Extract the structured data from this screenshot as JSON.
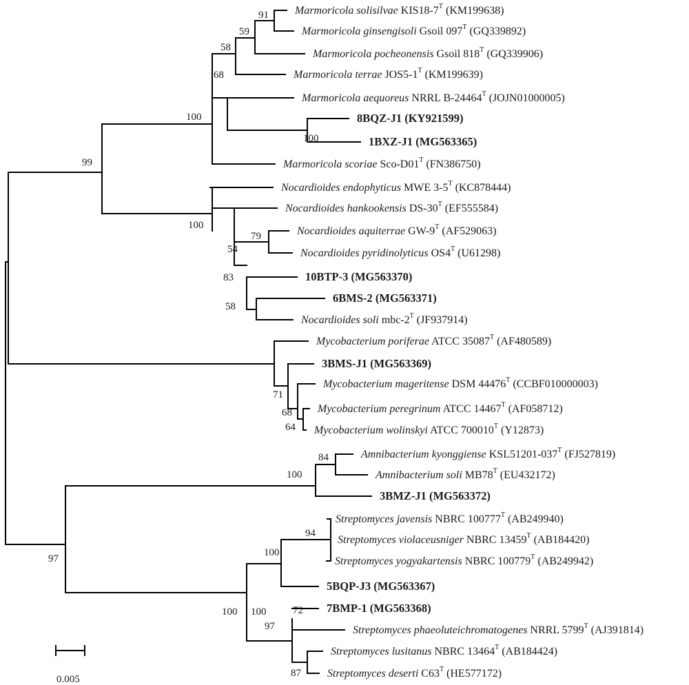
{
  "tree": {
    "leaves": [
      {
        "id": "L1",
        "genus": "Marmoricola",
        "species": "solisilvae",
        "strain": "KIS18-7",
        "type_strain": true,
        "accession": "(KM199638)",
        "bold": false
      },
      {
        "id": "L2",
        "genus": "Marmoricola",
        "species": "ginsengisoli",
        "strain": "Gsoil 097",
        "type_strain": true,
        "accession": "(GQ339892)",
        "bold": false
      },
      {
        "id": "L3",
        "genus": "Marmoricola",
        "species": "pocheonensis",
        "strain": "Gsoil 818",
        "type_strain": true,
        "accession": "(GQ339906)",
        "bold": false
      },
      {
        "id": "L4",
        "genus": "Marmoricola",
        "species": "terrae",
        "strain": "JOS5-1",
        "type_strain": true,
        "accession": "(KM199639)",
        "bold": false
      },
      {
        "id": "L5",
        "genus": "Marmoricola",
        "species": "aequoreus",
        "strain": "NRRL B-24464",
        "type_strain": true,
        "accession": "(JOJN01000005)",
        "bold": false
      },
      {
        "id": "L6",
        "isolate": "8BQZ-J1 (KY921599)",
        "bold": true
      },
      {
        "id": "L7",
        "isolate": "1BXZ-J1 (MG563365)",
        "bold": true
      },
      {
        "id": "L8",
        "genus": "Marmoricola",
        "species": "scoriae",
        "strain": "Sco-D01",
        "type_strain": true,
        "accession": "(FN386750)",
        "bold": false
      },
      {
        "id": "L9",
        "genus": "Nocardioides",
        "species": "endophyticus",
        "strain": "MWE 3-5",
        "type_strain": true,
        "accession": "(KC878444)",
        "bold": false
      },
      {
        "id": "L10",
        "genus": "Nocardioides",
        "species": "hankookensis",
        "strain": "DS-30",
        "type_strain": true,
        "accession": "(EF555584)",
        "bold": false
      },
      {
        "id": "L11",
        "genus": "Nocardioides",
        "species": "aquiterrae",
        "strain": "GW-9",
        "type_strain": true,
        "accession": "(AF529063)",
        "bold": false
      },
      {
        "id": "L12",
        "genus": "Nocardioides",
        "species": "pyridinolyticus",
        "strain": "OS4",
        "type_strain": true,
        "accession": "(U61298)",
        "bold": false
      },
      {
        "id": "L13",
        "isolate": "10BTP-3 (MG563370)",
        "bold": true
      },
      {
        "id": "L14",
        "isolate": "6BMS-2 (MG563371)",
        "bold": true
      },
      {
        "id": "L15",
        "genus": "Nocardioides",
        "species": "soli",
        "strain": "mbc-2",
        "type_strain": true,
        "accession": "(JF937914)",
        "bold": false
      },
      {
        "id": "L16",
        "genus": "Mycobacterium",
        "species": "poriferae",
        "strain": "ATCC 35087",
        "type_strain": true,
        "accession": "(AF480589)",
        "bold": false
      },
      {
        "id": "L17",
        "isolate": "3BMS-J1 (MG563369)",
        "bold": true
      },
      {
        "id": "L18",
        "genus": "Mycobacterium",
        "species": "mageritense",
        "strain": "DSM 44476",
        "type_strain": true,
        "accession": "(CCBF010000003)",
        "bold": false
      },
      {
        "id": "L19",
        "genus": "Mycobacterium",
        "species": "peregrinum",
        "strain": "ATCC 14467",
        "type_strain": true,
        "accession": "(AF058712)",
        "bold": false
      },
      {
        "id": "L20",
        "genus": "Mycobacterium",
        "species": "wolinskyi",
        "strain": "ATCC 700010",
        "type_strain": true,
        "accession": "(Y12873)",
        "bold": false
      },
      {
        "id": "L21",
        "genus": "Amnibacterium",
        "species": "kyonggiense",
        "strain": "KSL51201-037",
        "type_strain": true,
        "accession": "(FJ527819)",
        "bold": false
      },
      {
        "id": "L22",
        "genus": "Amnibacterium",
        "species": "soli",
        "strain": "MB78",
        "type_strain": true,
        "accession": "(EU432172)",
        "bold": false
      },
      {
        "id": "L23",
        "isolate": "3BMZ-J1 (MG563372)",
        "bold": true
      },
      {
        "id": "L24",
        "genus": "Streptomyces",
        "species": "javensis",
        "strain": "NBRC 100777",
        "type_strain": true,
        "accession": "(AB249940)",
        "bold": false
      },
      {
        "id": "L25",
        "genus": "Streptomyces",
        "species": "violaceusniger",
        "strain": "NBRC 13459",
        "type_strain": true,
        "accession": "(AB184420)",
        "bold": false
      },
      {
        "id": "L26",
        "genus": "Streptomyces",
        "species": "yogyakartensis",
        "strain": "NBRC 100779",
        "type_strain": true,
        "accession": "(AB249942)",
        "bold": false
      },
      {
        "id": "L27",
        "isolate": "5BQP-J3 (MG563367)",
        "bold": true
      },
      {
        "id": "L28",
        "isolate": "7BMP-1 (MG563368)",
        "bold": true
      },
      {
        "id": "L29",
        "genus": "Streptomyces",
        "species": "phaeoluteichromatogenes",
        "strain": "NRRL 5799",
        "type_strain": true,
        "accession": "(AJ391814)",
        "bold": false
      },
      {
        "id": "L30",
        "genus": "Streptomyces",
        "species": "lusitanus",
        "strain": "NBRC 13464",
        "type_strain": true,
        "accession": "(AB184424)",
        "bold": false
      },
      {
        "id": "L31",
        "genus": "Streptomyces",
        "species": "deserti",
        "strain": "C63",
        "type_strain": true,
        "accession": "(HE577172)",
        "bold": false
      }
    ],
    "type_superscript": "T",
    "bootstrap_values": [
      "91",
      "59",
      "58",
      "68",
      "100",
      "100",
      "99",
      "79",
      "54",
      "100",
      "83",
      "58",
      "71",
      "68",
      "64",
      "100",
      "84",
      "100",
      "100",
      "94",
      "100",
      "72",
      "97",
      "87",
      "97"
    ],
    "scale_bar_label": "0.005"
  }
}
